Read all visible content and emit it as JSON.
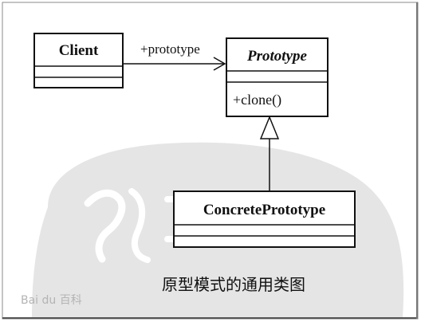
{
  "diagram": {
    "classes": {
      "client": {
        "name": "Client"
      },
      "prototype": {
        "name": "Prototype",
        "operation": "+clone()"
      },
      "concrete": {
        "name": "ConcretePrototype"
      }
    },
    "association_label": "+prototype",
    "caption": "原型模式的通用类图"
  },
  "watermark": {
    "text": "Bai du 百科"
  },
  "colors": {
    "line": "#111111",
    "watermark_gray": "#d8d8d8",
    "background": "#ffffff",
    "frame_gray": "#8a8a8a"
  }
}
